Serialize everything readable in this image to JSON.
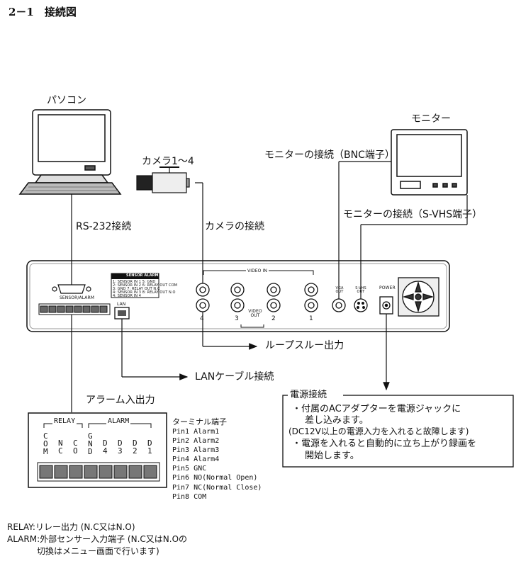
{
  "section_title": "2－1　接続図",
  "devices": {
    "pc": "パソコン",
    "monitor": "モニター",
    "camera": "カメラ1～4"
  },
  "connections": {
    "rs232": "RS-232接続",
    "camera": "カメラの接続",
    "monitor_bnc": "モニターの接続（BNC端子）",
    "monitor_svhs": "モニターの接続（S-VHS端子）",
    "loop_through": "ループスルー出力",
    "lan": "LANケーブル接続",
    "alarm_io": "アラーム入出力"
  },
  "rear_panel": {
    "sensor_alarm_title": "SENSOR ALARM",
    "sensor_alarm_rows": [
      "1: SENSOR IN 1   5: GND",
      "2: SENSOR IN 2   6: RELAY OUT COM",
      "3: GND           7: RELAY OUT N.C",
      "4: SENSOR IN 3   8: RELAY OUT N.O",
      "4: SENSOR IN 4"
    ],
    "sensor_port": "SENSOR/ALARM",
    "lan_port": "LAN",
    "video_in": "VIDEO IN",
    "video_out": "VIDEO OUT",
    "channels": [
      "4",
      "3",
      "2",
      "1"
    ],
    "vga_out": "VGA OUT",
    "svhs_out": "S-VHS OUT",
    "power": "POWER"
  },
  "power_box": {
    "title": "電源接続",
    "lines": [
      "・付属のACアダプターを電源ジャックに",
      "差し込みます。",
      "(DC12V以上の電源入力を入れると故障します)",
      "・電源を入れると自動的に立ち上がり録画を",
      "開始します。"
    ]
  },
  "terminal": {
    "relay": "RELAY",
    "alarm": "ALARM",
    "pin_labels": [
      [
        "C",
        "O",
        "M"
      ],
      [
        "N",
        "C"
      ],
      [
        "C",
        "O"
      ],
      [
        "G",
        "N",
        "D"
      ],
      [
        "D",
        "4"
      ],
      [
        "D",
        "3"
      ],
      [
        "D",
        "2"
      ],
      [
        "D",
        "1"
      ]
    ],
    "list_title": "ターミナル端子",
    "pins": [
      "Pin1 Alarm1",
      "Pin2 Alarm2",
      "Pin3 Alarm3",
      "Pin4 Alarm4",
      "Pin5 GNC",
      "Pin6 NO(Normal Open)",
      "Pin7 NC(Normal Close)",
      "Pin8 COM"
    ]
  },
  "notes": [
    "RELAY:リレー出力 (N.C又はN.O)",
    "ALARM:外部センサー入力端子 (N.C又はN.Oの",
    "切換はメニュー画面で行います)"
  ]
}
